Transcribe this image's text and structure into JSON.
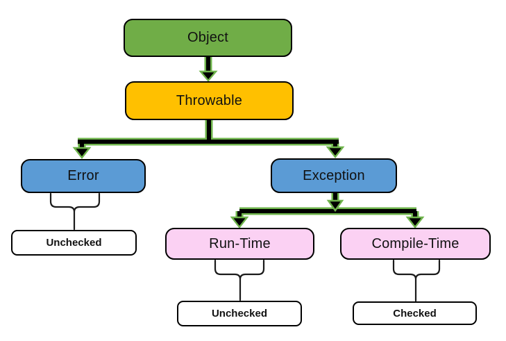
{
  "diagram": {
    "type": "flowchart",
    "topic": "Java exception hierarchy",
    "nodes": {
      "object": {
        "label": "Object",
        "fill": "#70AD47"
      },
      "throwable": {
        "label": "Throwable",
        "fill": "#FFC000"
      },
      "error": {
        "label": "Error",
        "fill": "#5B9BD5"
      },
      "exception": {
        "label": "Exception",
        "fill": "#5B9BD5"
      },
      "run_time": {
        "label": "Run-Time",
        "fill": "#FBD1F3"
      },
      "compile_time": {
        "label": "Compile-Time",
        "fill": "#FBD1F3"
      },
      "unchecked_error": {
        "label": "Unchecked",
        "fill": "#FFFFFF"
      },
      "unchecked_run_time": {
        "label": "Unchecked",
        "fill": "#FFFFFF"
      },
      "checked": {
        "label": "Checked",
        "fill": "#FFFFFF"
      }
    },
    "edges": [
      {
        "from": "object",
        "to": "throwable",
        "style": "arrow"
      },
      {
        "from": "throwable",
        "to": "error",
        "style": "arrow"
      },
      {
        "from": "throwable",
        "to": "exception",
        "style": "arrow"
      },
      {
        "from": "exception",
        "to": "run_time",
        "style": "arrow"
      },
      {
        "from": "exception",
        "to": "compile_time",
        "style": "arrow"
      },
      {
        "from": "error",
        "to": "unchecked_error",
        "style": "brace"
      },
      {
        "from": "run_time",
        "to": "unchecked_run_time",
        "style": "brace"
      },
      {
        "from": "compile_time",
        "to": "checked",
        "style": "brace"
      }
    ]
  },
  "colors": {
    "connector-green": "#6FB44C",
    "connector-black": "#000000",
    "brace-black": "#1a1a1a",
    "node-border": "#000000",
    "background": "#FFFFFF"
  }
}
